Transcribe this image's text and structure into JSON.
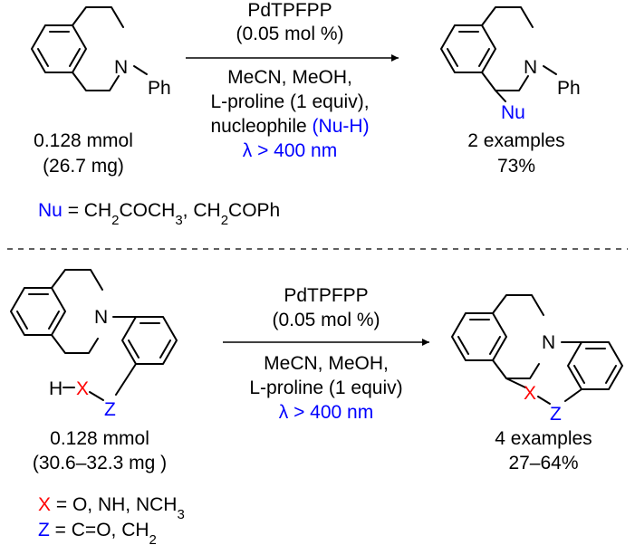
{
  "colors": {
    "text": "#000000",
    "blue": "#0000ff",
    "red": "#ff0000"
  },
  "reaction1": {
    "reactant": {
      "atom_n": "N",
      "group_ph": "Ph",
      "amount": "0.128 mmol",
      "mass": "(26.7 mg)"
    },
    "conditions": {
      "catalyst": "PdTPFPP",
      "loading": "(0.05 mol %)",
      "solvents": "MeCN, MeOH,",
      "additive": "L-proline (1 equiv),",
      "nucleophile_text": "nucleophile",
      "nucleophile_open": "(",
      "nucleophile_label": "Nu-H",
      "nucleophile_close": ")",
      "light": "λ > 400 nm"
    },
    "product": {
      "atom_n": "N",
      "group_ph": "Ph",
      "group_nu": "Nu",
      "examples": "2 examples",
      "yield": "73%"
    },
    "nu_definition": {
      "symbol": "Nu",
      "equals": " = ",
      "options": [
        "CH2COCH3",
        "CH2COPh"
      ]
    }
  },
  "reaction2": {
    "reactant": {
      "atom_n": "N",
      "atom_h": "H",
      "atom_x": "X",
      "atom_z": "Z",
      "amount": "0.128 mmol",
      "mass": "(30.6–32.3 mg )"
    },
    "conditions": {
      "catalyst": "PdTPFPP",
      "loading": "(0.05 mol %)",
      "solvents": "MeCN, MeOH,",
      "additive": "L-proline (1 equiv)",
      "light": "λ > 400 nm"
    },
    "product": {
      "atom_n": "N",
      "atom_x": "X",
      "atom_z": "Z",
      "examples": "4 examples",
      "yield": "27–64%"
    },
    "x_definition": {
      "symbol": "X",
      "equals": " = ",
      "values": "O, NH, NCH",
      "sub": "3"
    },
    "z_definition": {
      "symbol": "Z",
      "equals": " = ",
      "values": "C=O, CH",
      "sub": "2"
    }
  }
}
